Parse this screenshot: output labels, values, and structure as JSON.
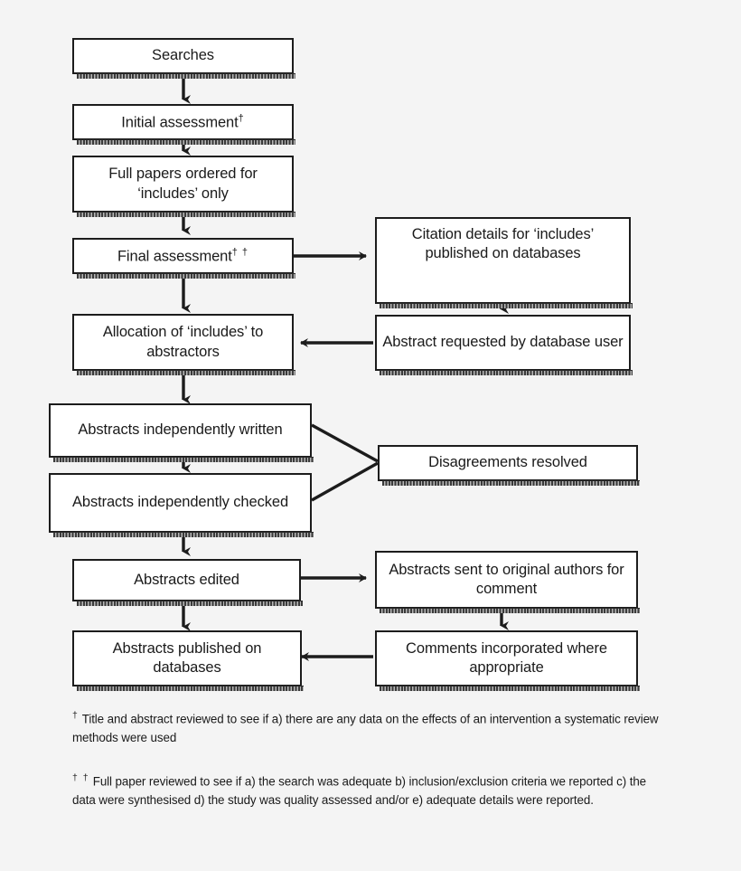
{
  "diagram": {
    "title": "Abstract production process flowchart",
    "colors": {
      "background": "#f4f4f4",
      "box_fill": "#ffffff",
      "stroke": "#1c1c1c",
      "shadow": "#4a4a4a",
      "text": "#1a1a1a"
    },
    "nodes": [
      {
        "id": "searches",
        "label": "Searches"
      },
      {
        "id": "initial",
        "label": "Initial assessment",
        "marker": "†"
      },
      {
        "id": "full_papers",
        "label": "Full papers ordered for ‘includes’ only"
      },
      {
        "id": "final",
        "label": "Final assessment",
        "marker": "† †"
      },
      {
        "id": "citation",
        "label": "Citation details for ‘includes’ published on databases"
      },
      {
        "id": "allocation",
        "label": "Allocation of ‘includes’ to abstractors"
      },
      {
        "id": "abstract_req",
        "label": "Abstract requested by database user"
      },
      {
        "id": "written",
        "label": "Abstracts independently written"
      },
      {
        "id": "disagreements",
        "label": "Disagreements resolved"
      },
      {
        "id": "checked",
        "label": "Abstracts independently checked"
      },
      {
        "id": "edited",
        "label": "Abstracts edited"
      },
      {
        "id": "sent_authors",
        "label": "Abstracts sent to original authors for comment"
      },
      {
        "id": "published",
        "label": "Abstracts published on databases"
      },
      {
        "id": "comments",
        "label": "Comments incorporated where appropriate"
      }
    ],
    "edges": [
      {
        "from": "searches",
        "to": "initial",
        "style": "arrow-down"
      },
      {
        "from": "initial",
        "to": "full_papers",
        "style": "arrow-down"
      },
      {
        "from": "full_papers",
        "to": "final",
        "style": "arrow-down"
      },
      {
        "from": "final",
        "to": "citation",
        "style": "arrow-right"
      },
      {
        "from": "final",
        "to": "allocation",
        "style": "arrow-down"
      },
      {
        "from": "citation",
        "to": "abstract_req",
        "style": "arrow-down"
      },
      {
        "from": "abstract_req",
        "to": "allocation",
        "style": "arrow-left"
      },
      {
        "from": "allocation",
        "to": "written",
        "style": "arrow-down"
      },
      {
        "from": "written",
        "to": "disagreements",
        "style": "diagonal"
      },
      {
        "from": "written",
        "to": "checked",
        "style": "arrow-down"
      },
      {
        "from": "checked",
        "to": "disagreements",
        "style": "diagonal"
      },
      {
        "from": "checked",
        "to": "edited",
        "style": "arrow-down"
      },
      {
        "from": "edited",
        "to": "sent_authors",
        "style": "arrow-right"
      },
      {
        "from": "edited",
        "to": "published",
        "style": "arrow-down"
      },
      {
        "from": "sent_authors",
        "to": "comments",
        "style": "arrow-down"
      },
      {
        "from": "comments",
        "to": "published",
        "style": "arrow-left"
      }
    ]
  },
  "footnotes": [
    {
      "marker": "†",
      "text": "Title and abstract reviewed to see if  a) there are any data on the effects of an intervention a systematic review methods were used"
    },
    {
      "marker": "† †",
      "text": "Full paper reviewed to see if a) the search was adequate b) inclusion/exclusion criteria  we reported  c) the data  were synthesised d) the study was quality assessed and/or e) adequate details were reported."
    }
  ]
}
